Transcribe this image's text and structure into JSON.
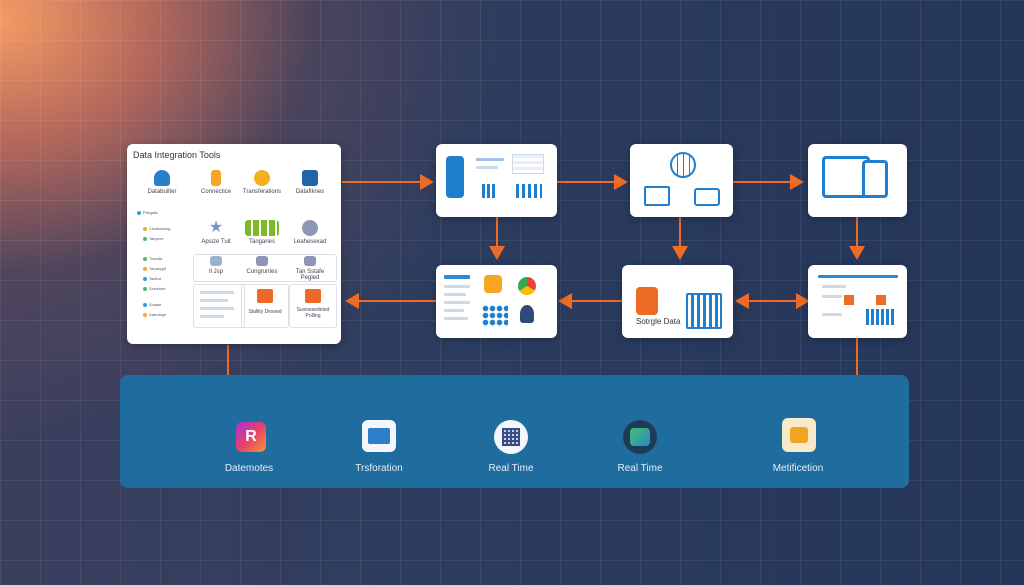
{
  "tools_panel": {
    "title": "Data Integration Tools",
    "cells": [
      "Databuilter",
      "Connectice",
      "Transferations",
      "Datafiknes",
      "Apsize Tuit",
      "Tanganes",
      "Leahesexad",
      "Il Jsp",
      "Congruntes",
      "Tan Sstafe Pegled",
      "Stallity Dessed",
      "Suvisesedeted Polling"
    ],
    "side_items": [
      "Prtrgsits",
      "Ctuaboloing",
      "Tanpere",
      "Tosrafd",
      "Tanpsyglf",
      "Tactive",
      "Sceistoet",
      "Solase",
      "Daeologe"
    ]
  },
  "storage_card": {
    "label": "Sotrgle Data"
  },
  "bottom_stages": [
    "Datemotes",
    "Trsforation",
    "Real Time",
    "Real Time",
    "Metificetion"
  ]
}
